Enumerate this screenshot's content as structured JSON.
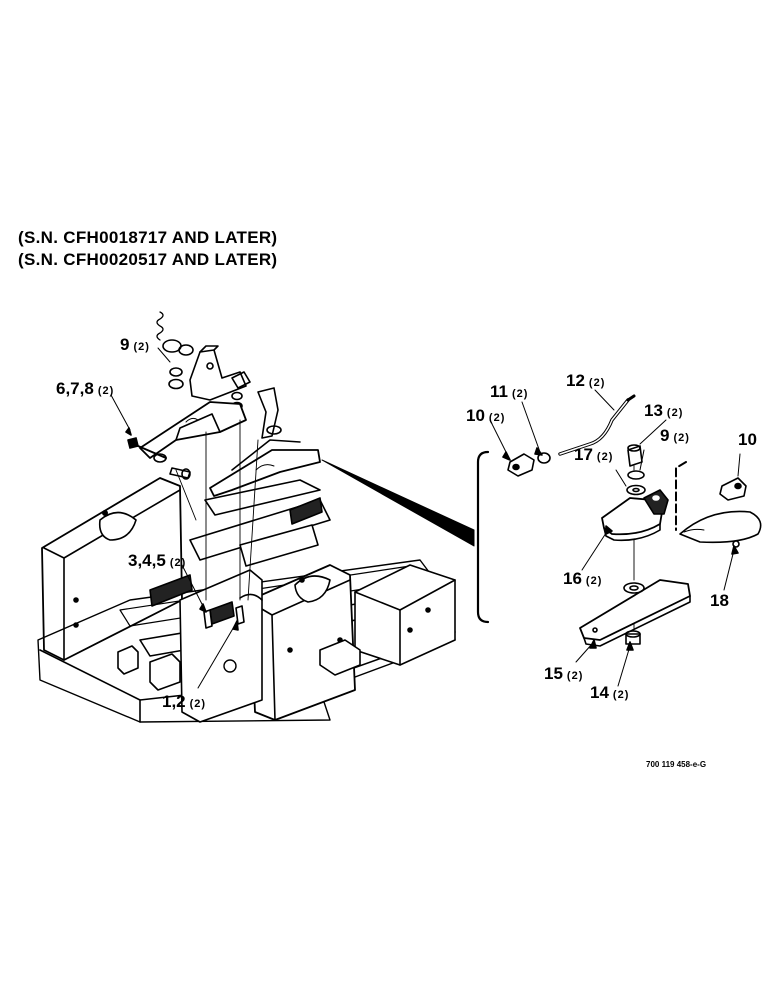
{
  "serial_notes": [
    "(S.N. CFH0018717 AND LATER)",
    "(S.N. CFH0020517 AND LATER)"
  ],
  "callouts": [
    {
      "num": "9",
      "qty": "(2)"
    },
    {
      "num": "6,7,8",
      "qty": "(2)"
    },
    {
      "num": "3,4,5",
      "qty": "(2)"
    },
    {
      "num": "1,2",
      "qty": "(2)"
    },
    {
      "num": "11",
      "qty": "(2)"
    },
    {
      "num": "12",
      "qty": "(2)"
    },
    {
      "num": "10",
      "qty": "(2)"
    },
    {
      "num": "13",
      "qty": "(2)"
    },
    {
      "num": "9",
      "qty": "(2)"
    },
    {
      "num": "17",
      "qty": "(2)"
    },
    {
      "num": "10",
      "qty": ""
    },
    {
      "num": "16",
      "qty": "(2)"
    },
    {
      "num": "18",
      "qty": ""
    },
    {
      "num": "15",
      "qty": "(2)"
    },
    {
      "num": "14",
      "qty": "(2)"
    }
  ],
  "drawing_code": "700 119 458-e-G"
}
